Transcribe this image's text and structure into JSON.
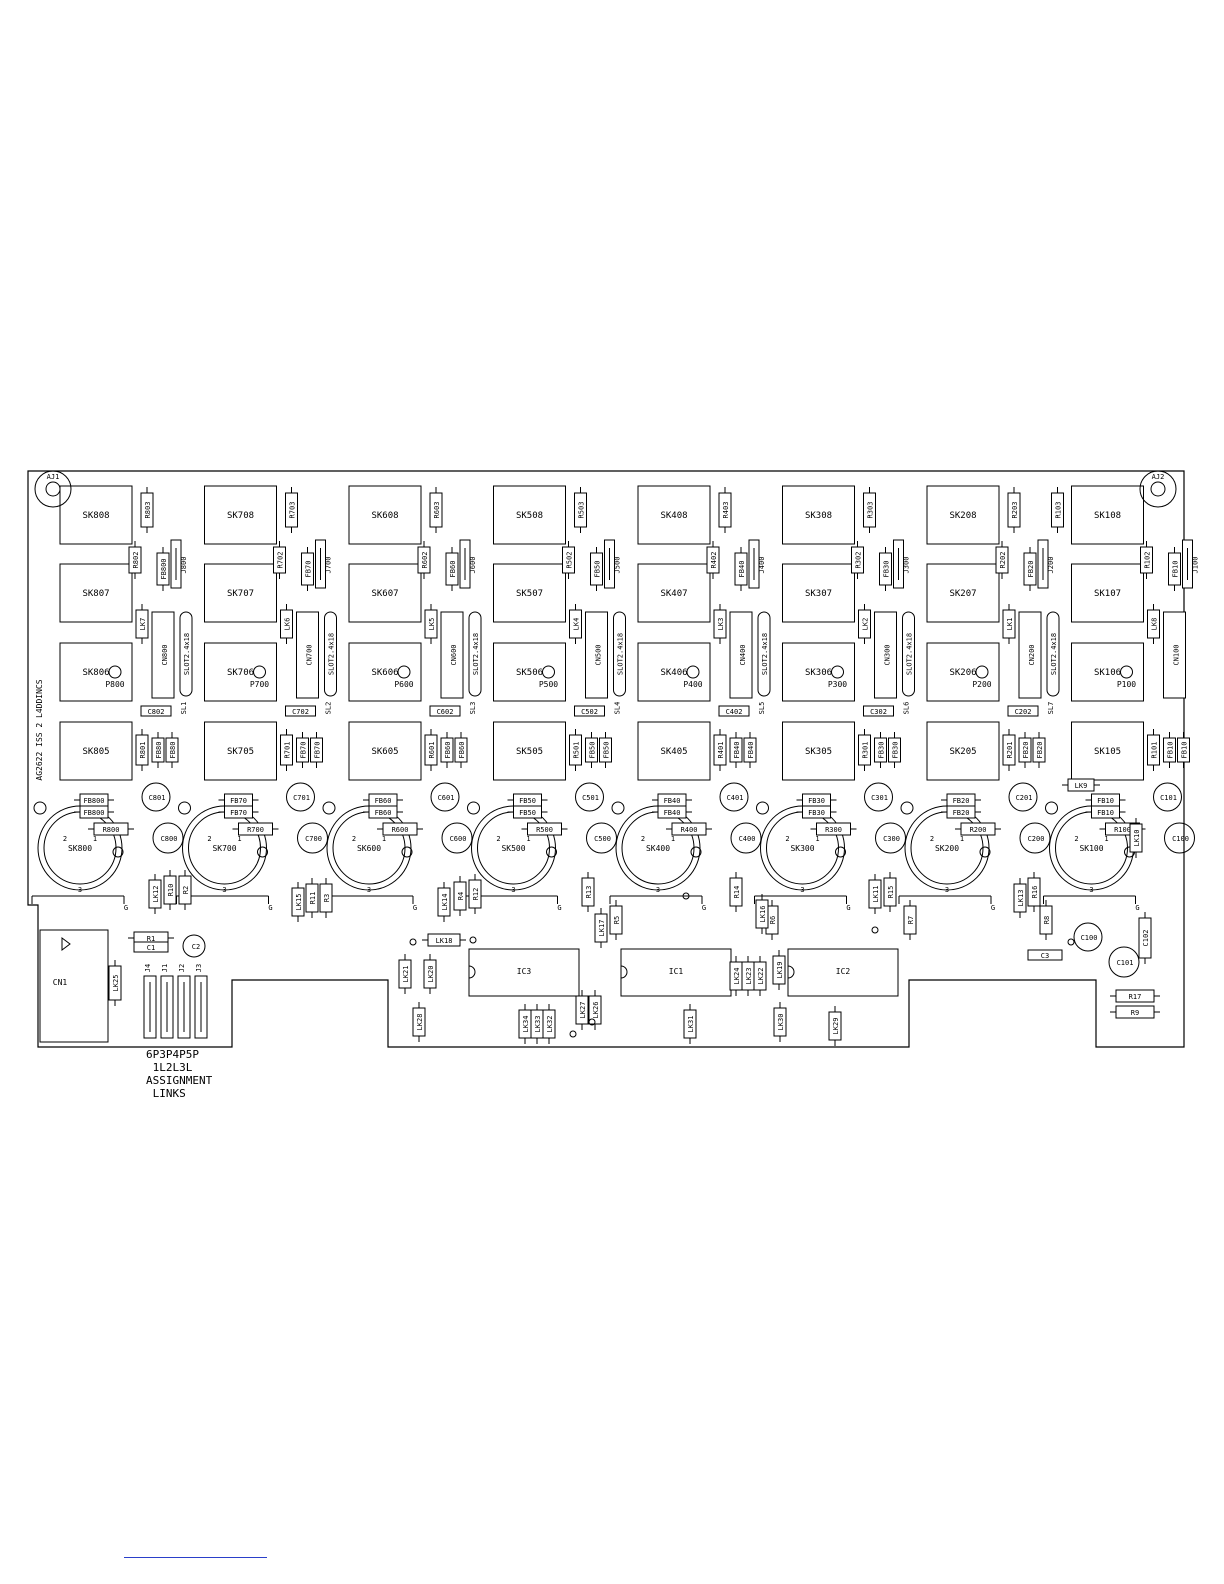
{
  "board": {
    "board_code": "AG2622 ISS 2 L4DDINCS",
    "mount_holes": [
      "AJ1",
      "AJ2"
    ]
  },
  "channels": [
    {
      "sk_top": "SK808",
      "sk_r2": "SK807",
      "sk_r3": "SK806",
      "sk_r4": "SK805",
      "sk_xlr": "SK800",
      "r_top": "R803",
      "r_mid": "R802",
      "r_low": "R801",
      "r_xlr": "R800",
      "fb": "FB800",
      "fb2": "FB80",
      "jumper": "J800",
      "link": "LK7",
      "conn": "CN800",
      "slot_label": "SLOT2.4x18",
      "sl": "SL1",
      "pot": "P800",
      "cap_a": "C802",
      "cap_b": "C801",
      "cap_c": "C800"
    },
    {
      "sk_top": "SK708",
      "sk_r2": "SK707",
      "sk_r3": "SK706",
      "sk_r4": "SK705",
      "sk_xlr": "SK700",
      "r_top": "R703",
      "r_mid": "R702",
      "r_low": "R701",
      "r_xlr": "R700",
      "fb": "FB70",
      "fb2": "FB70",
      "jumper": "J700",
      "link": "LK6",
      "conn": "CN700",
      "slot_label": "SLOT2.4x18",
      "sl": "SL2",
      "pot": "P700",
      "cap_a": "C702",
      "cap_b": "C701",
      "cap_c": "C700"
    },
    {
      "sk_top": "SK608",
      "sk_r2": "SK607",
      "sk_r3": "SK606",
      "sk_r4": "SK605",
      "sk_xlr": "SK600",
      "r_top": "R603",
      "r_mid": "R602",
      "r_low": "R601",
      "r_xlr": "R600",
      "fb": "FB60",
      "fb2": "FB60",
      "jumper": "J600",
      "link": "LK5",
      "conn": "CN600",
      "slot_label": "SLOT2.4x18",
      "sl": "SL3",
      "pot": "P600",
      "cap_a": "C602",
      "cap_b": "C601",
      "cap_c": "C600"
    },
    {
      "sk_top": "SK508",
      "sk_r2": "SK507",
      "sk_r3": "SK506",
      "sk_r4": "SK505",
      "sk_xlr": "SK500",
      "r_top": "R503",
      "r_mid": "R502",
      "r_low": "R501",
      "r_xlr": "R500",
      "fb": "FB50",
      "fb2": "FB50",
      "jumper": "J500",
      "link": "LK4",
      "conn": "CN500",
      "slot_label": "SLOT2.4x18",
      "sl": "SL4",
      "pot": "P500",
      "cap_a": "C502",
      "cap_b": "C501",
      "cap_c": "C500"
    },
    {
      "sk_top": "SK408",
      "sk_r2": "SK407",
      "sk_r3": "SK406",
      "sk_r4": "SK405",
      "sk_xlr": "SK400",
      "r_top": "R403",
      "r_mid": "R402",
      "r_low": "R401",
      "r_xlr": "R400",
      "fb": "FB40",
      "fb2": "FB40",
      "jumper": "J400",
      "link": "LK3",
      "conn": "CN400",
      "slot_label": "SLOT2.4x18",
      "sl": "SL5",
      "pot": "P400",
      "cap_a": "C402",
      "cap_b": "C401",
      "cap_c": "C400"
    },
    {
      "sk_top": "SK308",
      "sk_r2": "SK307",
      "sk_r3": "SK306",
      "sk_r4": "SK305",
      "sk_xlr": "SK300",
      "r_top": "R303",
      "r_mid": "R302",
      "r_low": "R301",
      "r_xlr": "R300",
      "fb": "FB30",
      "fb2": "FB30",
      "jumper": "J300",
      "link": "LK2",
      "conn": "CN300",
      "slot_label": "SLOT2.4x18",
      "sl": "SL6",
      "pot": "P300",
      "cap_a": "C302",
      "cap_b": "C301",
      "cap_c": "C300"
    },
    {
      "sk_top": "SK208",
      "sk_r2": "SK207",
      "sk_r3": "SK206",
      "sk_r4": "SK205",
      "sk_xlr": "SK200",
      "r_top": "R203",
      "r_mid": "R202",
      "r_low": "R201",
      "r_xlr": "R200",
      "fb": "FB20",
      "fb2": "FB20",
      "jumper": "J200",
      "link": "LK1",
      "conn": "CN200",
      "slot_label": "SLOT2.4x18",
      "sl": "SL7",
      "pot": "P200",
      "cap_a": "C202",
      "cap_b": "C201",
      "cap_c": "C200"
    },
    {
      "sk_top": "SK108",
      "sk_r2": "SK107",
      "sk_r3": "SK106",
      "sk_r4": "SK105",
      "sk_xlr": "SK100",
      "r_top": "R103",
      "r_mid": "R102",
      "r_low": "R101",
      "r_xlr": "R100",
      "fb": "FB10",
      "fb2": "FB10",
      "jumper": "J100",
      "link": "LK8",
      "conn": "CN100",
      "slot_label": "",
      "sl": "",
      "pot": "P100",
      "cap_a": "",
      "cap_b": "C101",
      "cap_c": "C100"
    }
  ],
  "lower_parts": {
    "ics": [
      "IC3",
      "IC1",
      "IC2"
    ],
    "main_connector": "CN1",
    "caps": [
      "C1",
      "C2",
      "C3",
      "C100",
      "C101",
      "C102"
    ],
    "resistors_v": [
      "R10",
      "R2",
      "R11",
      "R3",
      "R4",
      "R12",
      "R13",
      "R5",
      "R14",
      "R6",
      "R15",
      "R7",
      "R16",
      "R8"
    ],
    "resistors_h": [
      "R1",
      "R17",
      "R9"
    ],
    "links_v": [
      "LK12",
      "LK15",
      "LK14",
      "LK17",
      "LK16",
      "LK11",
      "LK13",
      "LK10",
      "LK25",
      "LK21",
      "LK20",
      "LK28",
      "LK34",
      "LK33",
      "LK32",
      "LK27",
      "LK26",
      "LK31",
      "LK24",
      "LK23",
      "LK22",
      "LK19",
      "LK30",
      "LK29"
    ],
    "links_h": [
      "LK18",
      "LK9"
    ],
    "jumpers": [
      "J4",
      "J1",
      "J2",
      "J3"
    ],
    "xlr_pins": [
      "2",
      "1",
      "3",
      "G"
    ]
  },
  "caption": {
    "line1": "6P3P4P5P",
    "line2": " 1L2L3L",
    "line3": "ASSIGNMENT",
    "line4": " LINKS"
  }
}
